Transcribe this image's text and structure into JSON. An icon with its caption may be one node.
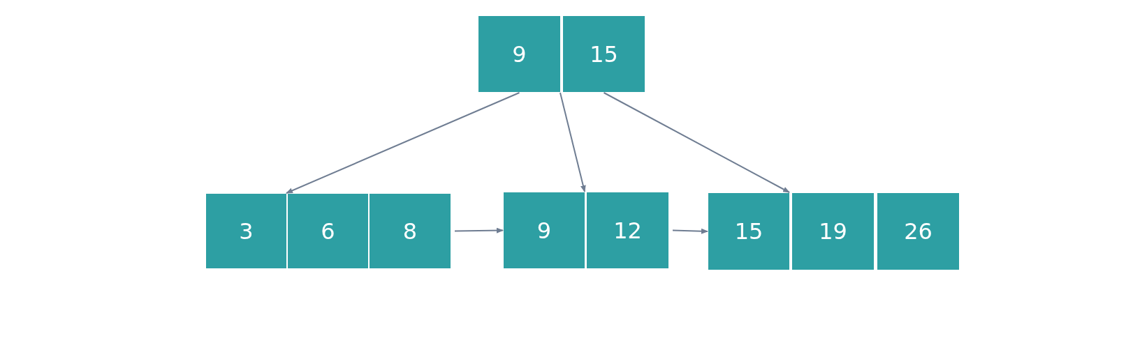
{
  "diagram": {
    "nodes": [
      {
        "text": [
          "9"
        ]
      },
      {
        "text": [
          "15"
        ]
      },
      {
        "text": [
          "3"
        ]
      },
      {
        "text": [
          "6"
        ]
      },
      {
        "text": [
          "8"
        ]
      },
      {
        "text": [
          "9"
        ]
      },
      {
        "text": [
          "12"
        ]
      },
      {
        "text": [
          "15"
        ]
      },
      {
        "text": [
          "19"
        ]
      },
      {
        "text": [
          "26"
        ]
      }
    ],
    "edges": [
      {
        "from": 0,
        "to": 2,
        "arrow": "to"
      },
      {
        "from": 0,
        "to": 5,
        "arrow": "to"
      },
      {
        "from": 1,
        "to": 7,
        "arrow": "to"
      },
      {
        "from": 4,
        "to": 5,
        "arrow": "to"
      },
      {
        "from": 6,
        "to": 7,
        "arrow": "to"
      }
    ]
  }
}
